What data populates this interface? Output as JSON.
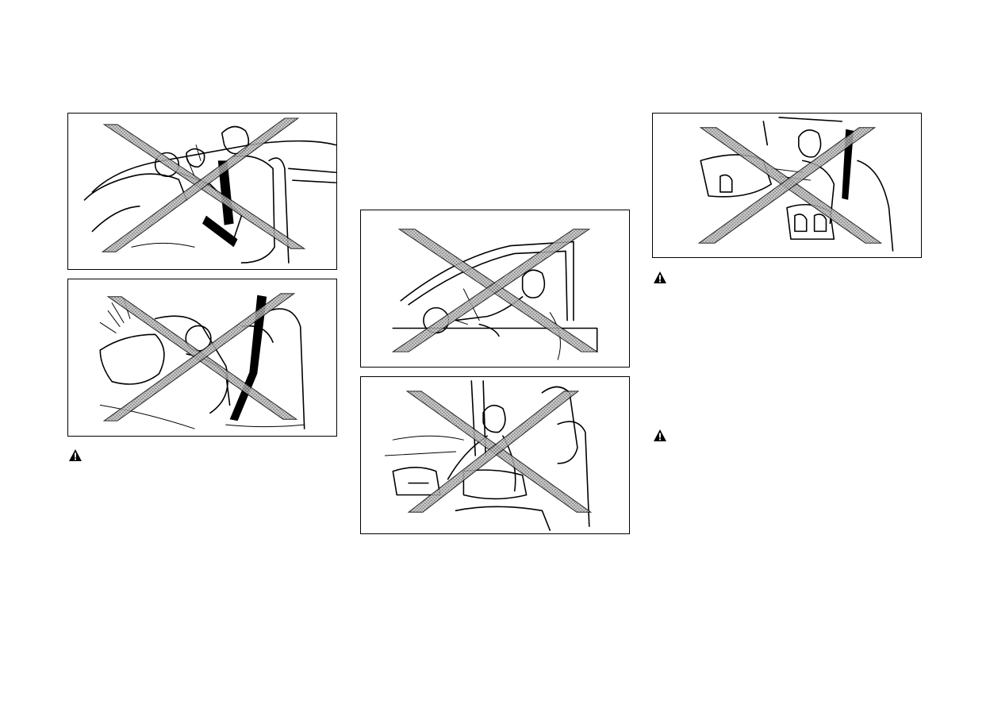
{
  "figures": [
    {
      "id": "fig-1",
      "depicts": "child-in-lap-front-seat"
    },
    {
      "id": "fig-2",
      "depicts": "child-seat-near-airbag"
    },
    {
      "id": "fig-3",
      "depicts": "leaning-out-window"
    },
    {
      "id": "fig-4",
      "depicts": "leaning-against-door"
    },
    {
      "id": "fig-5",
      "depicts": "sitting-near-dashboard"
    }
  ],
  "icons": {
    "warning": "warning-triangle-icon",
    "prohibited": "prohibited-x-icon"
  },
  "colors": {
    "line": "#000000",
    "background": "#ffffff",
    "x_band": "#9a9a9a"
  }
}
